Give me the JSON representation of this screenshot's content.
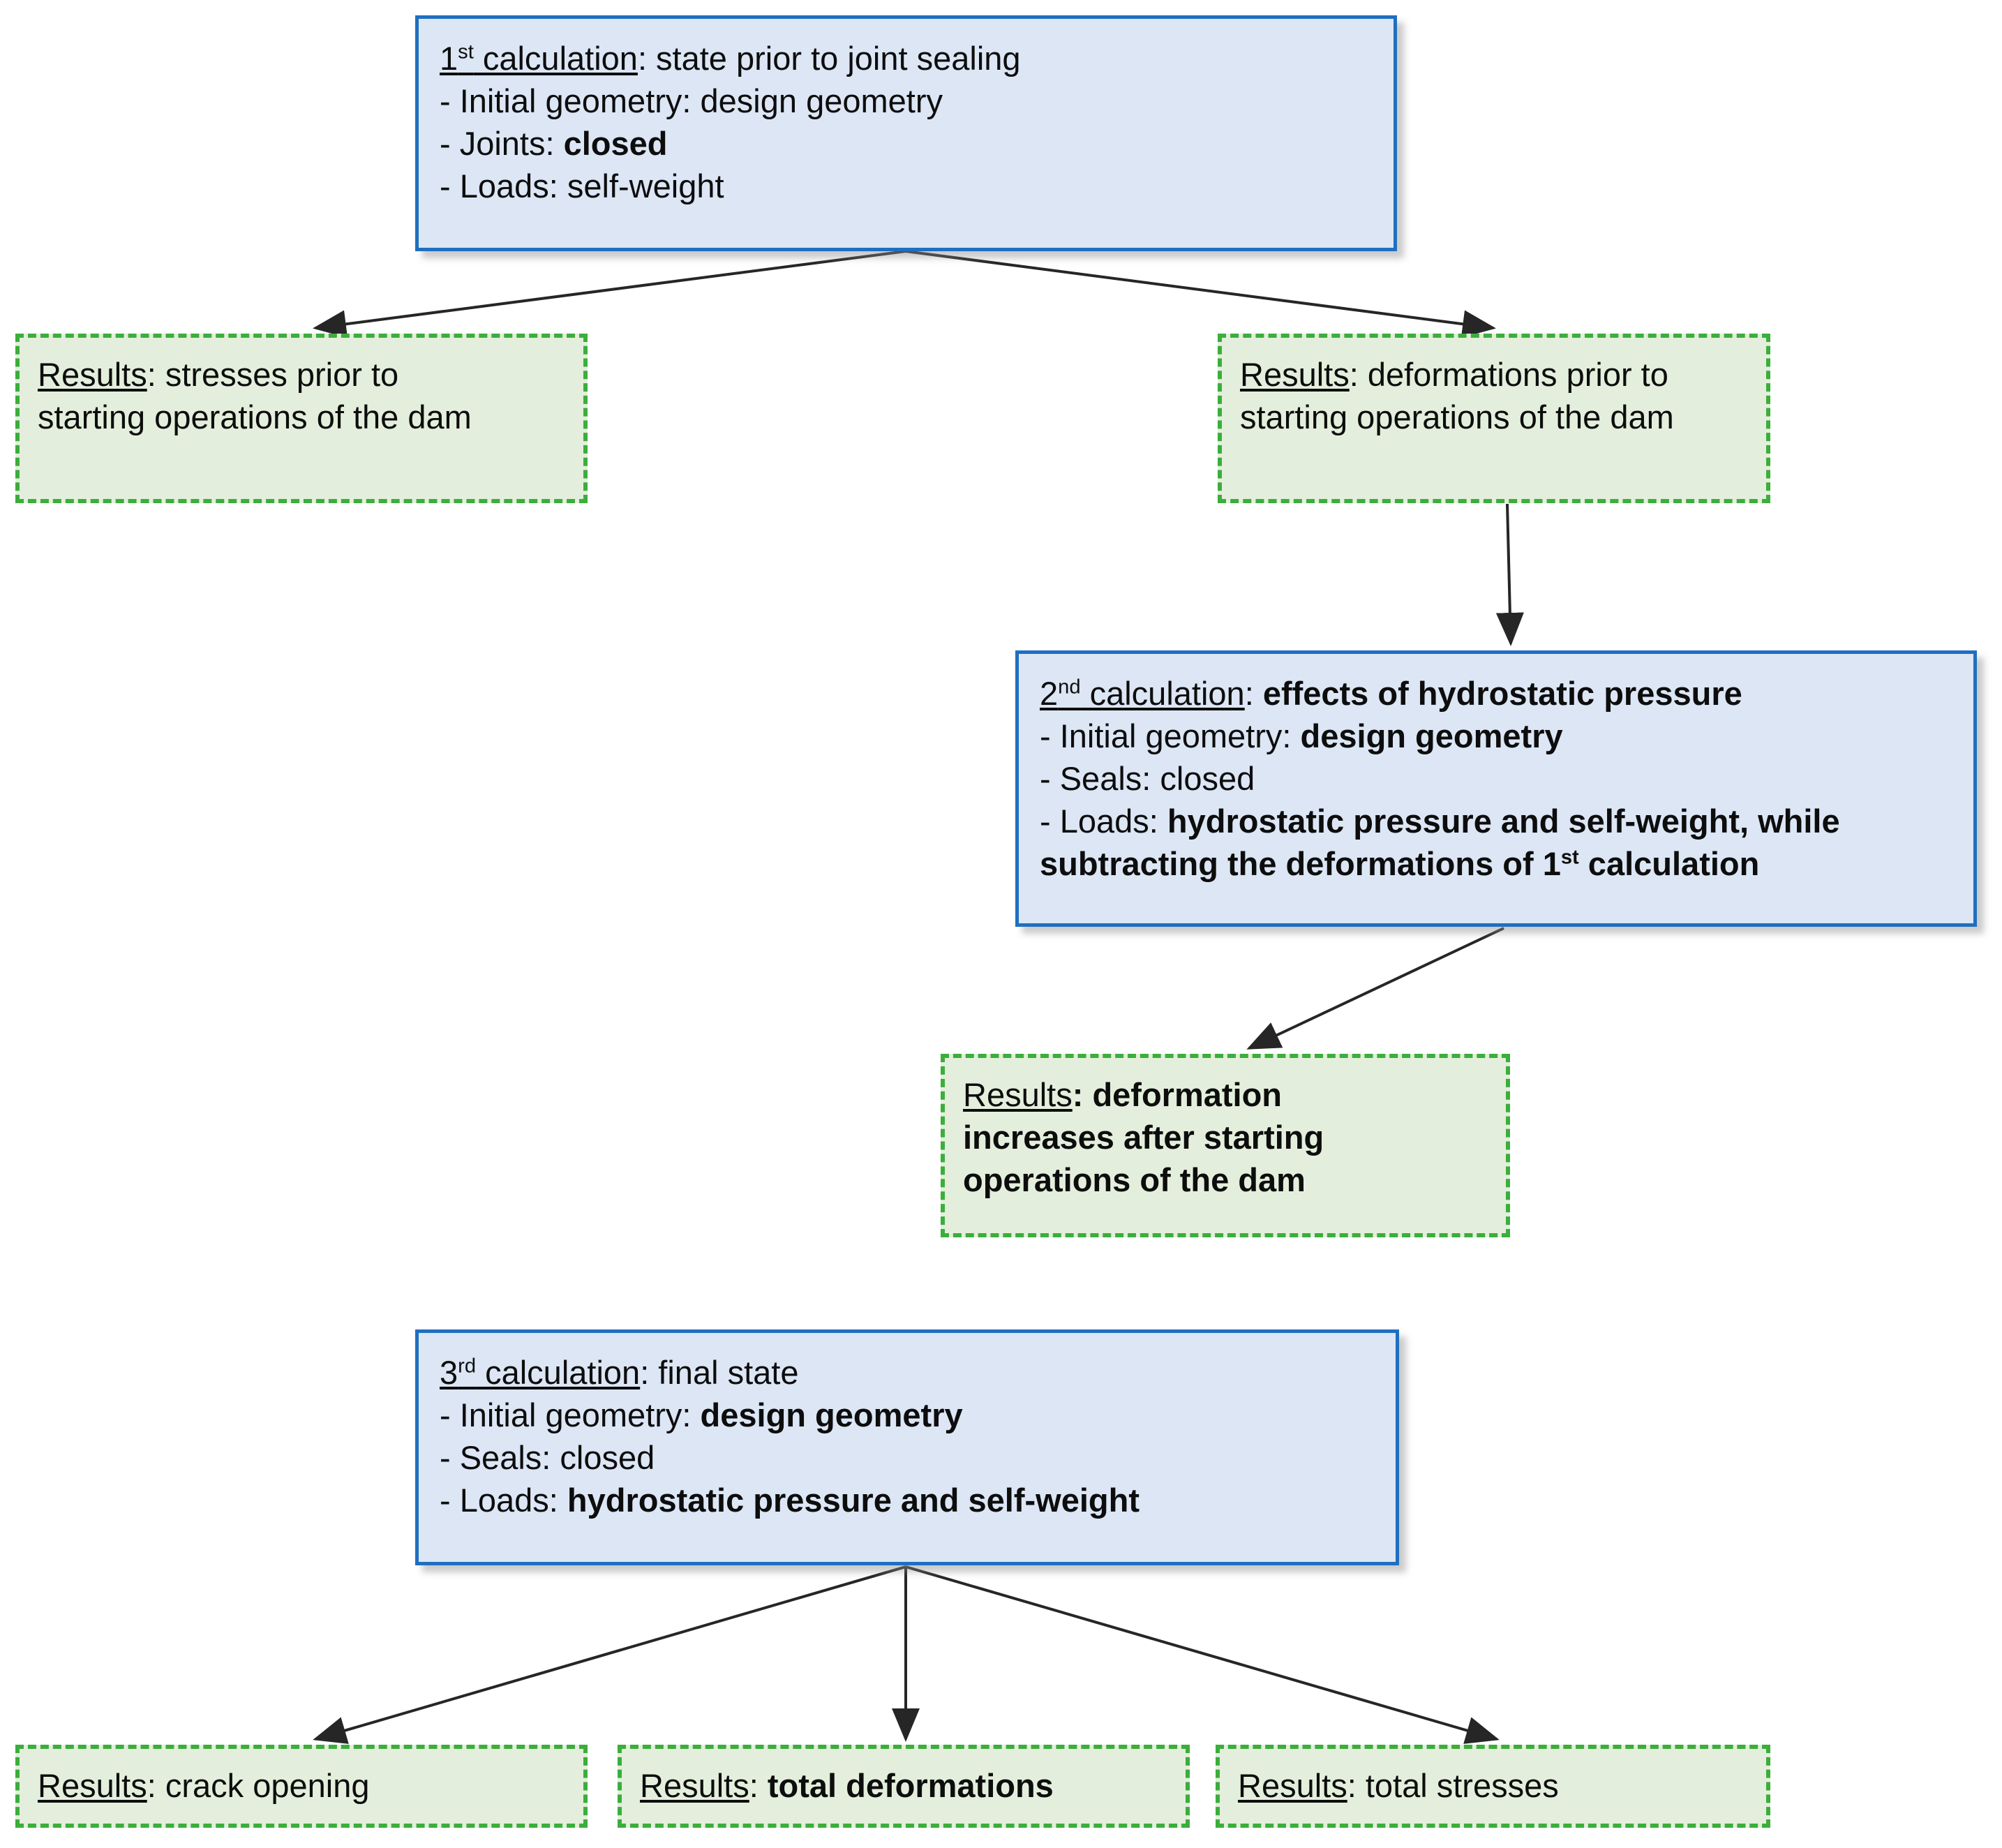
{
  "diagram": {
    "title": "Three-stage dam calculation flowchart",
    "colors": {
      "calc_fill": "#DCE6F5",
      "calc_border": "#1F6FC0",
      "result_fill": "#E3EFDC",
      "result_border": "#3BAE3B",
      "arrow": "#262626",
      "text": "#0d0d0d"
    },
    "calc1": {
      "heading_label": "1",
      "heading_ordinal": "st",
      "heading_rest": " calculation",
      "heading_tail": ": state prior to joint sealing",
      "l1": "- Initial geometry: design geometry",
      "l2_prefix": "- Joints: ",
      "l2_bold": "closed",
      "l3": "- Loads: self-weight"
    },
    "res1a": {
      "label": "Results",
      "line1": ": stresses prior to",
      "line2": "starting operations of the dam"
    },
    "res1b": {
      "label": "Results",
      "line1": ": deformations prior to",
      "line2": "starting operations of the dam"
    },
    "calc2": {
      "heading_label": "2",
      "heading_ordinal": "nd",
      "heading_rest": " calculation",
      "heading_tail": ": ",
      "heading_bold": "effects of hydrostatic pressure",
      "l1_prefix": "- Initial geometry: ",
      "l1_bold": "design geometry",
      "l2": "- Seals: closed",
      "l3_prefix": "- Loads: ",
      "l3_bold_a": "hydrostatic pressure and self-weight, while subtracting the deformations of 1",
      "l3_bold_sup": "st",
      "l3_bold_b": " calculation"
    },
    "res2": {
      "label": "Results",
      "line1": ": deformation",
      "line2": "increases after starting",
      "line3": "operations of the dam"
    },
    "calc3": {
      "heading_label": "3",
      "heading_ordinal": "rd",
      "heading_rest": " calculation",
      "heading_tail": ": final state",
      "l1_prefix": "- Initial geometry: ",
      "l1_bold": "design geometry",
      "l2": "- Seals: closed",
      "l3_prefix": "- Loads: ",
      "l3_bold": "hydrostatic pressure and self-weight"
    },
    "res3a": {
      "label": "Results",
      "text": ": crack opening"
    },
    "res3b": {
      "label": "Results",
      "text": ": ",
      "bold": "total deformations"
    },
    "res3c": {
      "label": "Results",
      "text": ": total stresses"
    }
  }
}
